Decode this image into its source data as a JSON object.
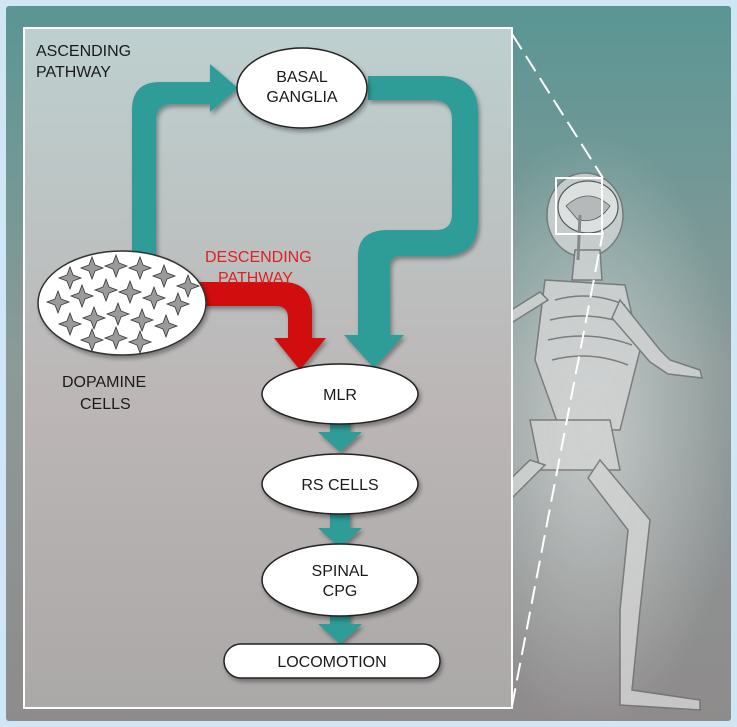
{
  "labels": {
    "ascending_line1": "ASCENDING",
    "ascending_line2": "PATHWAY",
    "descending_line1": "DESCENDING",
    "descending_line2": "PATHWAY",
    "dopamine_line1": "DOPAMINE",
    "dopamine_line2": "CELLS"
  },
  "nodes": {
    "basal_ganglia_line1": "BASAL",
    "basal_ganglia_line2": "GANGLIA",
    "mlr": "MLR",
    "rs_cells": "RS CELLS",
    "spinal_cpg_line1": "SPINAL",
    "spinal_cpg_line2": "CPG",
    "locomotion": "LOCOMOTION"
  },
  "colors": {
    "teal_arrow": "#2e9c97",
    "red_arrow": "#d10f0f",
    "background_top": "#5a9694",
    "background_bottom": "#8f8b8c"
  }
}
